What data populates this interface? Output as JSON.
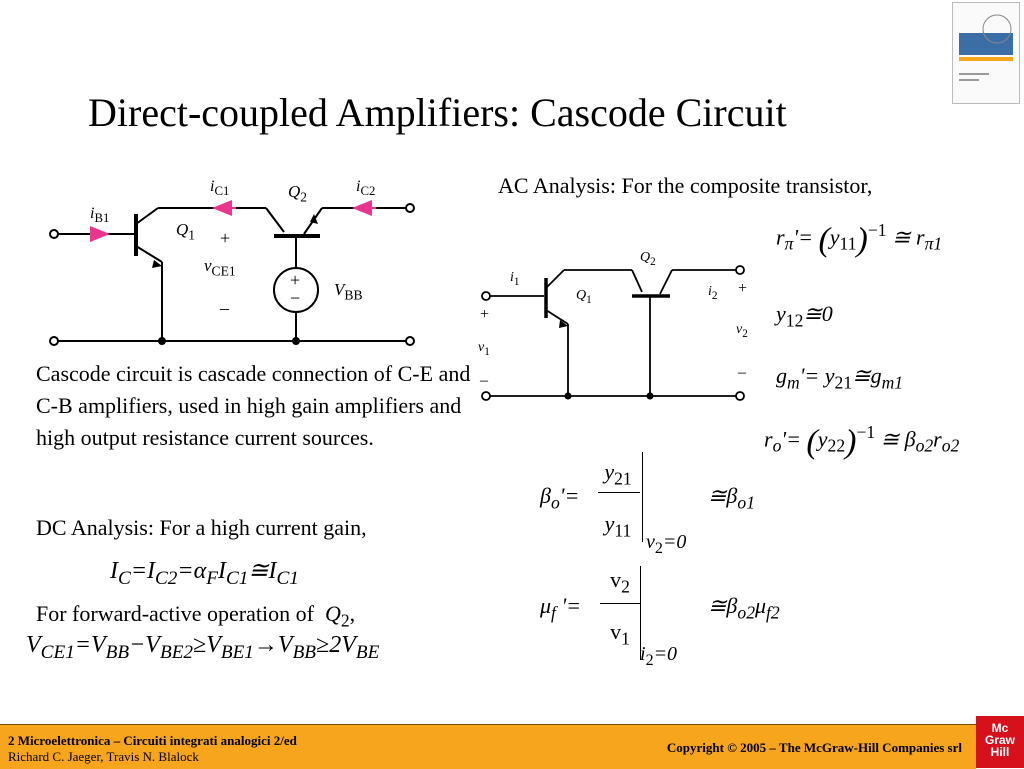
{
  "slide": {
    "title": "Direct-coupled Amplifiers: Cascode Circuit",
    "description": "Cascode circuit is cascade connection of C-E and C-B amplifiers, used in high gain amplifiers and high output resistance current sources.",
    "dc_heading": "DC Analysis: For a high current gain,",
    "forward_active_text": "For forward-active operation of",
    "forward_active_device": "Q",
    "forward_active_device_sub": "2",
    "ac_heading": "AC Analysis: For the composite transistor,"
  },
  "circuit_left": {
    "iB1": "i",
    "iB1_sub": "B1",
    "iC1": "i",
    "iC1_sub": "C1",
    "iC2": "i",
    "iC2_sub": "C2",
    "Q1": "Q",
    "Q1_sub": "1",
    "Q2": "Q",
    "Q2_sub": "2",
    "vCE1": "v",
    "vCE1_sub": "CE1",
    "VBB": "V",
    "VBB_sub": "BB",
    "plus": "+",
    "minus": "–"
  },
  "circuit_right": {
    "i1": "i",
    "i1_sub": "1",
    "i2": "i",
    "i2_sub": "2",
    "Q1": "Q",
    "Q1_sub": "1",
    "Q2": "Q",
    "Q2_sub": "2",
    "v1": "v",
    "v1_sub": "1",
    "v2": "v",
    "v2_sub": "2",
    "plus": "+",
    "minus": "–"
  },
  "footer": {
    "line1": "2 Microelettronica – Circuiti integrati analogici 2/ed",
    "line2": "Richard C. Jaeger, Travis N. Blalock",
    "copyright": "Copyright © 2005 – The McGraw-Hill Companies srl"
  },
  "logo": {
    "line1": "Mc",
    "line2": "Graw",
    "line3": "Hill"
  },
  "colors": {
    "footer_bg": "#f7a51c",
    "arrow": "#e8368f",
    "logo_bg": "#d6111b"
  }
}
